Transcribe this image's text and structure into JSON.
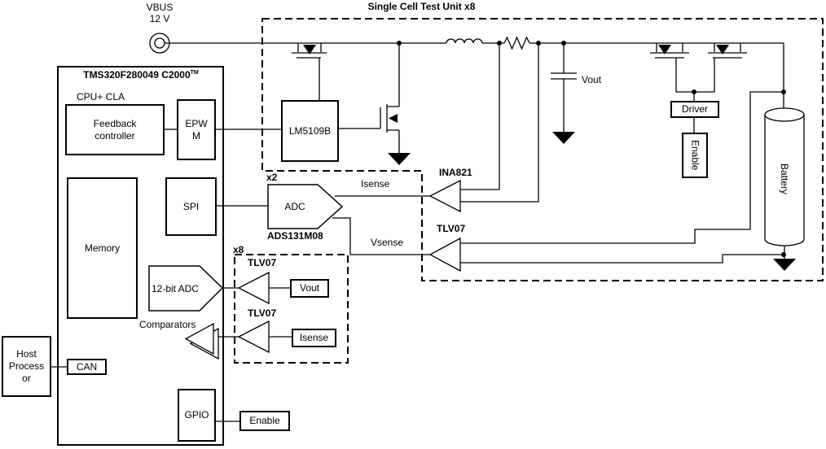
{
  "labels": {
    "vbus": "VBUS\n12 V",
    "unit_title": "Single Cell Test Unit x8",
    "mcu_title": "TMS320F280049 C2000",
    "mcu_title_sup": "TM",
    "cpu_cla": "CPU+ CLA",
    "feedback": "Feedback\ncontroller",
    "epwm": "EPW\nM",
    "spi": "SPI",
    "memory": "Memory",
    "adc_12bit": "12-bit ADC",
    "comparators": "Comparators",
    "can": "CAN",
    "gpio": "GPIO",
    "host_processor": "Host\nProcess\nor",
    "enable_out": "Enable",
    "lm5109b": "LM5109B",
    "x2": "x2",
    "adc": "ADC",
    "ads131m08": "ADS131M08",
    "isense_line": "Isense",
    "vsense_line": "Vsense",
    "ina821": "INA821",
    "tlv07_sense": "TLV07",
    "x8": "x8",
    "tlv07_a": "TLV07",
    "vout_box": "Vout",
    "tlv07_b": "TLV07",
    "isense_box": "Isense",
    "vout_cap": "Vout",
    "driver": "Driver",
    "enable_driver": "Enable",
    "battery": "Battery"
  },
  "colors": {
    "line": "#000000",
    "background": "#ffffff"
  }
}
